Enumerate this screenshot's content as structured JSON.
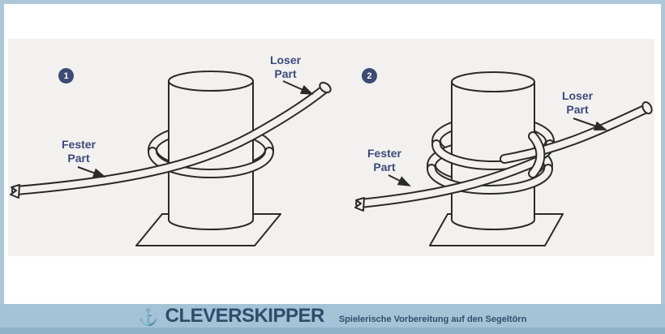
{
  "colors": {
    "frame_border": "#abc7d8",
    "panel_bg": "#f2f1ef",
    "label_text": "#3d4a7a",
    "badge_bg": "#3d4a74",
    "line_art": "#2a2a2a",
    "footer_bar": "#a4c3d6",
    "footer_edge": "#8fb2c8",
    "brand_text": "#2d4d6b"
  },
  "steps": [
    {
      "number": "1",
      "fester": {
        "line1": "Fester",
        "line2": "Part"
      },
      "loser": {
        "line1": "Loser",
        "line2": "Part"
      }
    },
    {
      "number": "2",
      "fester": {
        "line1": "Fester",
        "line2": "Part"
      },
      "loser": {
        "line1": "Loser",
        "line2": "Part"
      }
    }
  ],
  "footer": {
    "anchor_icon": "⚓",
    "brand": "CLEVERSKIPPER",
    "tagline": "Spielerische Vorbereitung auf den Segeltörn"
  }
}
